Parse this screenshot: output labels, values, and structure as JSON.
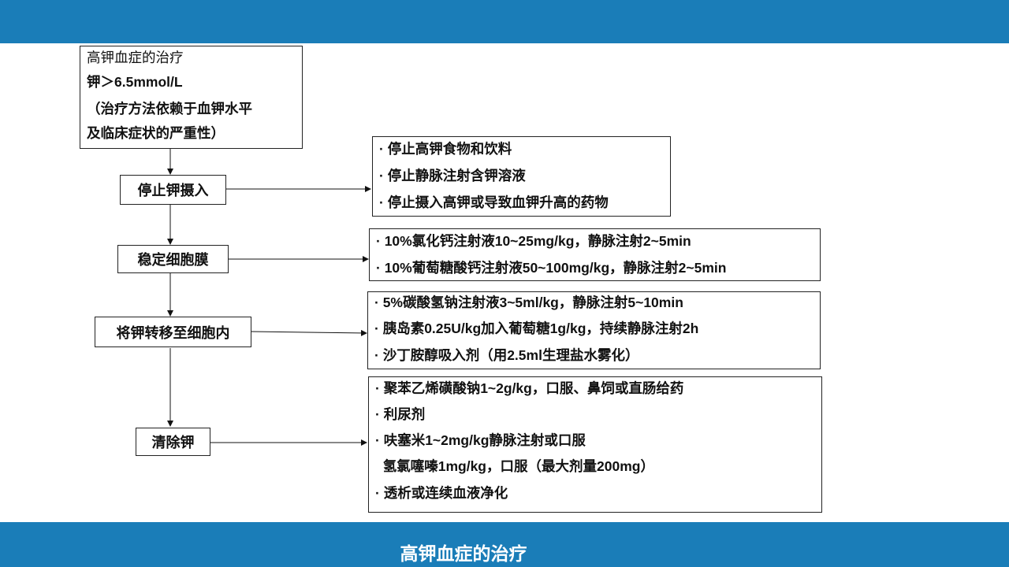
{
  "slide_title": "高钾血症的治疗",
  "intro_box": {
    "lines": [
      "高钾血症的治疗",
      "钾＞6.5mmol/L",
      "（治疗方法依赖于血钾水平",
      "及临床症状的严重性）"
    ]
  },
  "steps": [
    {
      "label": "停止钾摄入",
      "items": [
        "· 停止高钾食物和饮料",
        "· 停止静脉注射含钾溶液",
        "· 停止摄入高钾或导致血钾升高的药物"
      ]
    },
    {
      "label": "稳定细胞膜",
      "items": [
        "· 10%氯化钙注射液10~25mg/kg，静脉注射2~5min",
        "· 10%葡萄糖酸钙注射液50~100mg/kg，静脉注射2~5min"
      ]
    },
    {
      "label": "将钾转移至细胞内",
      "items": [
        "· 5%碳酸氢钠注射液3~5ml/kg，静脉注射5~10min",
        "· 胰岛素0.25U/kg加入葡萄糖1g/kg，持续静脉注射2h",
        "· 沙丁胺醇吸入剂（用2.5ml生理盐水雾化）"
      ]
    },
    {
      "label": "清除钾",
      "items": [
        "· 聚苯乙烯磺酸钠1~2g/kg，口服、鼻饲或直肠给药",
        "· 利尿剂",
        "· 呋塞米1~2mg/kg静脉注射或口服",
        "  氢氯噻嗪1mg/kg，口服（最大剂量200mg）",
        "· 透析或连续血液净化"
      ]
    }
  ]
}
